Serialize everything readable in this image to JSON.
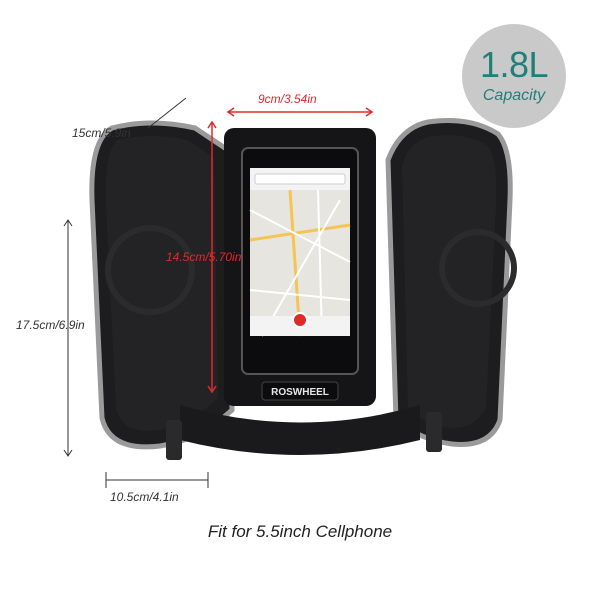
{
  "badge": {
    "volume": "1.8L",
    "label": "Capacity"
  },
  "dimensions": {
    "window_width": "9cm/3.54in",
    "side_length": "15cm/5.9in",
    "height": "17.5cm/6.9in",
    "window_height": "14.5cm/5.70in",
    "base_width": "10.5cm/4.1in"
  },
  "brand": "ROSWHEEL",
  "caption": "Fit for 5.5inch Cellphone",
  "colors": {
    "badge_bg": "#c9c9c9",
    "badge_text": "#1f7f7a",
    "bag_body": "#1d1d1f",
    "trim": "#9a9a9a",
    "dimension_red": "#e02a2a"
  }
}
